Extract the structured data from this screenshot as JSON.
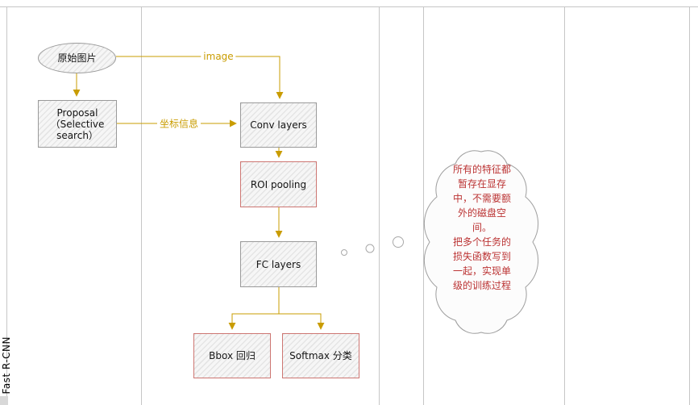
{
  "pool": {
    "title": "Fast R-CNN"
  },
  "nodes": {
    "original_image": {
      "label": "原始图片"
    },
    "proposal": {
      "label": "Proposal\n（Selective\nsearch）"
    },
    "conv_layers": {
      "label": "Conv layers"
    },
    "roi_pooling": {
      "label": "ROI pooling"
    },
    "fc_layers": {
      "label": "FC layers"
    },
    "bbox_regression": {
      "label": "Bbox 回归"
    },
    "softmax_classification": {
      "label": "Softmax 分类"
    }
  },
  "edge_labels": {
    "image": "image",
    "coordinates": "坐标信息"
  },
  "cloud_note": {
    "text": "所有的特征都\n暂存在显存\n中，不需要额\n外的磁盘空\n间。\n把多个任务的\n损失函数写到\n一起，实现单\n级的训练过程"
  },
  "colors": {
    "edge": "#c99c00",
    "gray_border": "#9a9a9a",
    "red_border": "#cd7672",
    "lane_line": "#c6c6c6",
    "cloud_text": "#bb3333"
  }
}
